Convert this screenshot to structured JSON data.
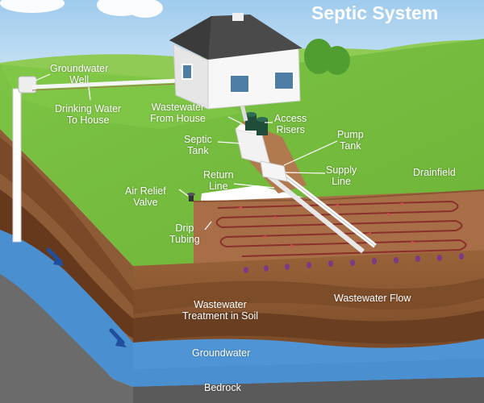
{
  "title": "Septic System",
  "labels": {
    "groundwater_well": [
      "Groundwater",
      "Well"
    ],
    "drinking_water": [
      "Drinking Water",
      "To House"
    ],
    "wastewater_from_house": [
      "Wastewater",
      "From House"
    ],
    "access_risers": [
      "Access",
      "Risers"
    ],
    "pump_tank": [
      "Pump",
      "Tank"
    ],
    "septic_tank": [
      "Septic",
      "Tank"
    ],
    "return_line": [
      "Return",
      "Line"
    ],
    "supply_line": [
      "Supply",
      "Line"
    ],
    "drainfield": "Drainfield",
    "air_relief_valve": [
      "Air Relief",
      "Valve"
    ],
    "drip_tubing": [
      "Drip",
      "Tubing"
    ],
    "wastewater_treatment": [
      "Wastewater",
      "Treatment in Soil"
    ],
    "wastewater_flow": "Wastewater Flow",
    "groundwater": "Groundwater",
    "bedrock": "Bedrock"
  },
  "colors": {
    "sky": "#a9d3f0",
    "grass": "#77bf3f",
    "grass_dark": "#5fa62f",
    "soil_top": "#8d5b35",
    "soil_mid": "#6e4324",
    "soil_deep": "#7a4a28",
    "groundwater": "#4a8fd0",
    "groundwater_dark": "#1f4f9c",
    "bedrock": "#666666",
    "drip_tubing": "#c9534e",
    "drainfield_soil": "#a76e47",
    "house_siding": "#ffffff",
    "roof": "#4a4a4a",
    "riser": "#1f4d3a"
  }
}
